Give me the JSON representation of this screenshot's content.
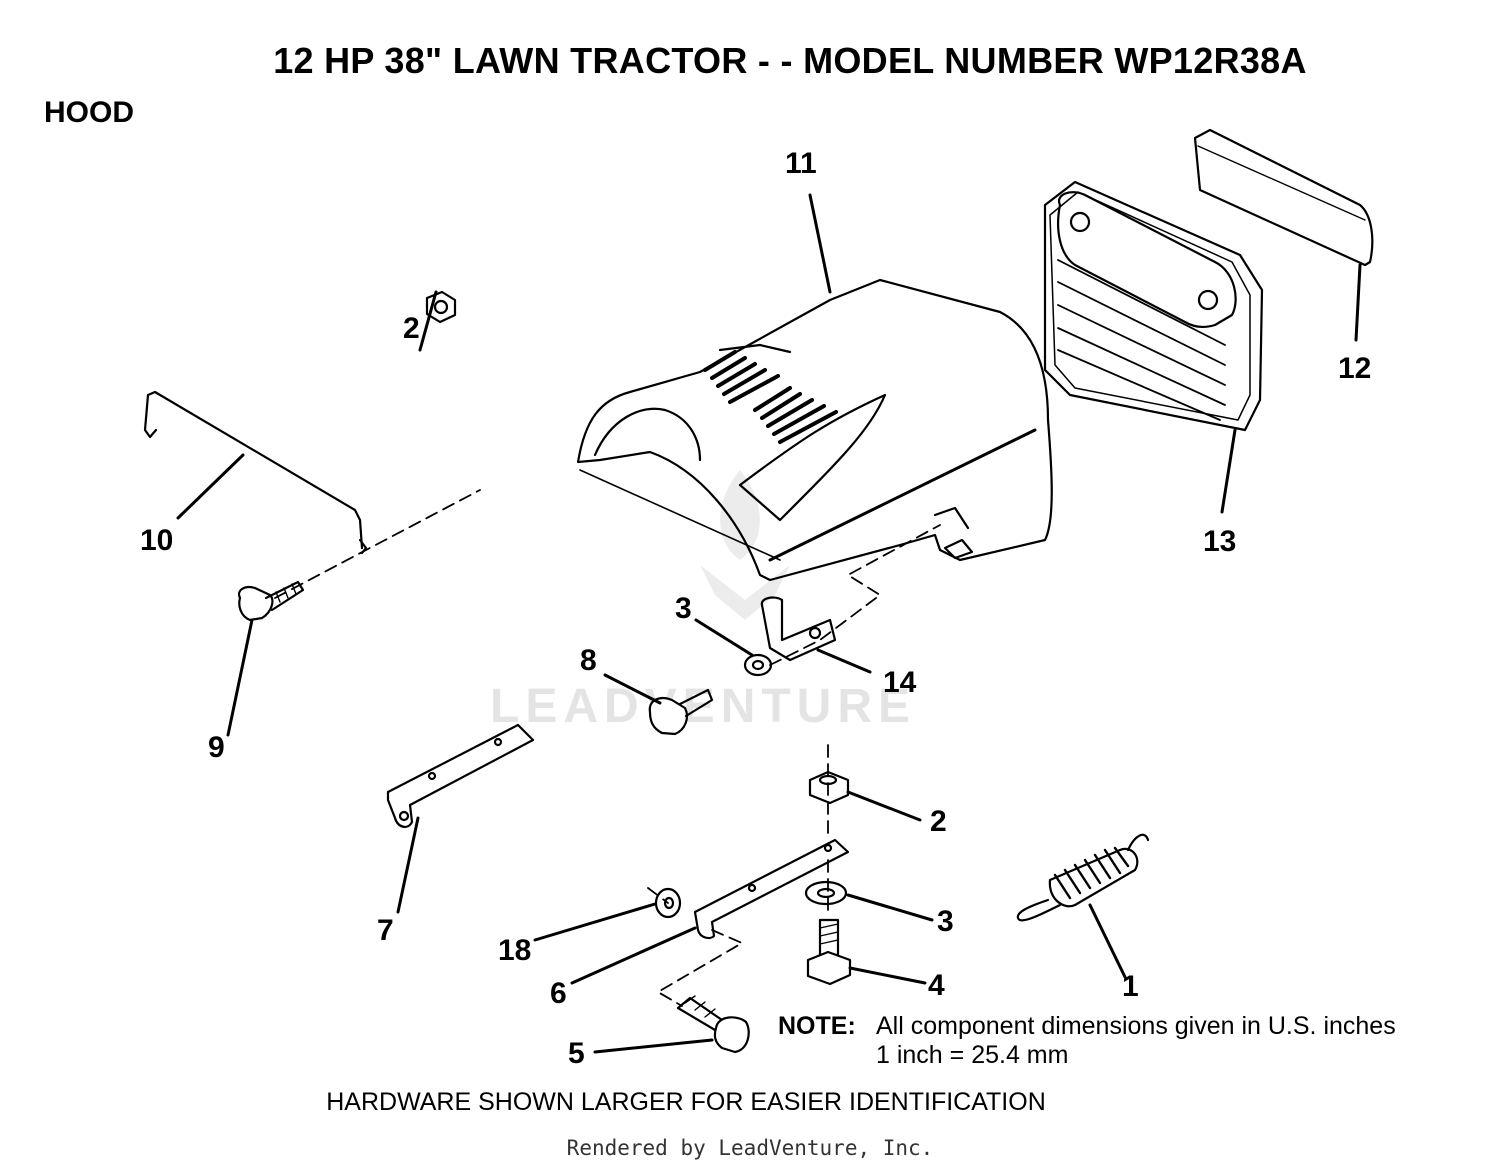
{
  "header": {
    "title": "12 HP 38\" LAWN TRACTOR - - MODEL NUMBER WP12R38A",
    "section": "HOOD"
  },
  "callouts": {
    "c1": "1",
    "c2a": "2",
    "c2b": "2",
    "c3a": "3",
    "c3b": "3",
    "c4": "4",
    "c5": "5",
    "c6": "6",
    "c7": "7",
    "c8": "8",
    "c9": "9",
    "c10": "10",
    "c11": "11",
    "c12": "12",
    "c13": "13",
    "c14": "14",
    "c18": "18"
  },
  "note": {
    "label": "NOTE:",
    "line1": "All component dimensions given in U.S. inches",
    "line2": "1 inch = 25.4 mm"
  },
  "footer": {
    "hardware": "HARDWARE SHOWN LARGER FOR EASIER IDENTIFICATION",
    "rendered_by": "Rendered by LeadVenture, Inc."
  },
  "watermark": {
    "text": "LEADVENTURE"
  }
}
